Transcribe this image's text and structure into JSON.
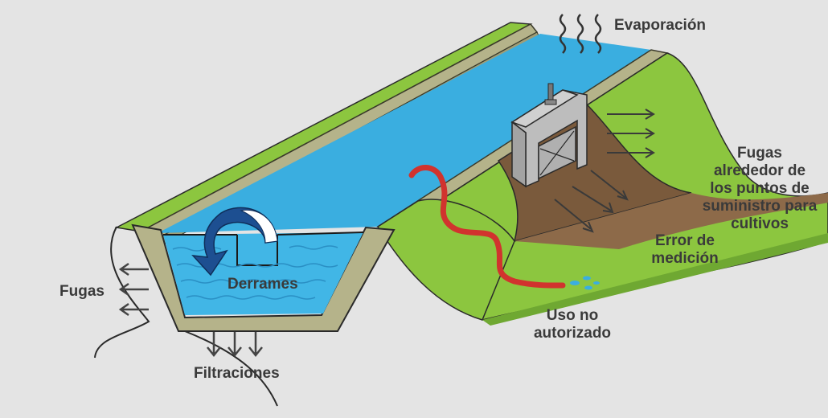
{
  "labels": {
    "evaporation": "Evaporación",
    "leaks_left": "Fugas",
    "spills": "Derrames",
    "seepage": "Filtraciones",
    "unauthorized_use_line1": "Uso no",
    "unauthorized_use_line2": "autorizado",
    "measurement_error_line1": "Error de",
    "measurement_error_line2": "medición",
    "delivery_leaks_line1": "Fugas",
    "delivery_leaks_line2": "alrededor de",
    "delivery_leaks_line3": "los puntos de",
    "delivery_leaks_line4": "suministro para",
    "delivery_leaks_line5": "cultivos"
  },
  "colors": {
    "background": "#e4e4e4",
    "water": "#3aaee0",
    "water_section": "#41b6e6",
    "grass": "#8cc63f",
    "grass_dark": "#6fa832",
    "concrete": "#b5b38a",
    "concrete_edge": "#4a4a3a",
    "soil": "#7a5a3c",
    "soil_light": "#8d6a49",
    "hose": "#d1332e",
    "spill_arrow": "#1d4f91",
    "gate": "#bdbdbd",
    "arrow": "#444444"
  }
}
